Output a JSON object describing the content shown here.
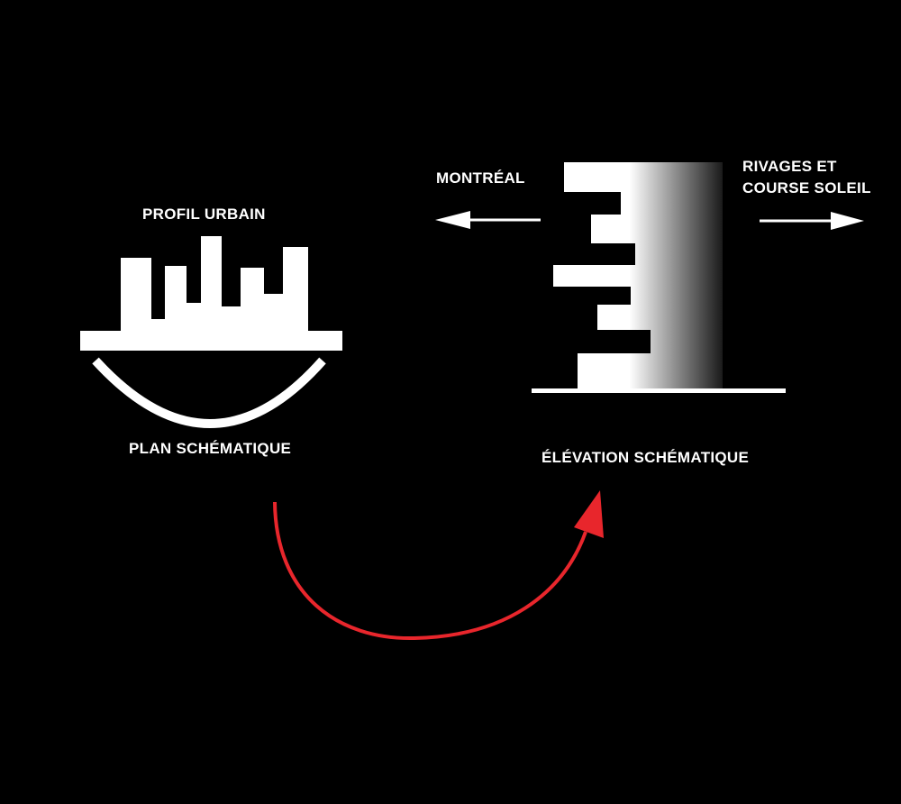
{
  "labels": {
    "profil_urbain": "PROFIL URBAIN",
    "plan_schematique": "PLAN SCHÉMATIQUE",
    "montreal": "MONTRÉAL",
    "rivages_line1": "RIVAGES ET",
    "rivages_line2": "COURSE SOLEIL",
    "elevation_schematique": "ÉLÉVATION SCHÉMATIQUE"
  },
  "colors": {
    "background": "#000000",
    "foreground": "#ffffff",
    "transition_arrow": "#e8262c"
  },
  "icons": {
    "left_arrow": "arrow-left-icon",
    "right_arrow": "arrow-right-icon",
    "transition_arrow": "curved-arrow-icon"
  }
}
